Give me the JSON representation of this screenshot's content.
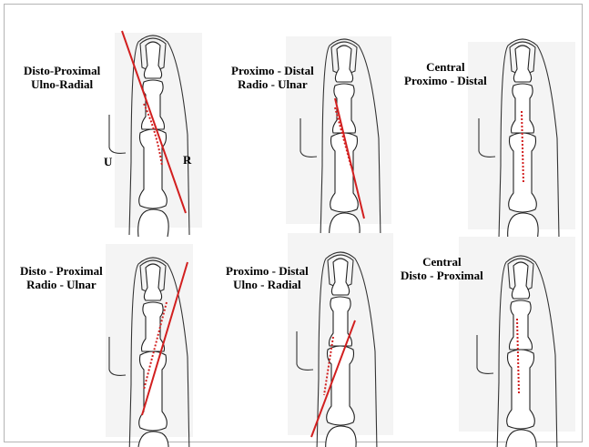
{
  "panels": [
    {
      "line1": "Disto-Proximal",
      "line2": "Ulno-Radial",
      "letter_u": "U",
      "letter_r": "R"
    },
    {
      "line1": "Proximo - Distal",
      "line2": "Radio - Ulnar"
    },
    {
      "line1": "Central",
      "line2": "Proximo - Distal"
    },
    {
      "line1": "Disto - Proximal",
      "line2": "Radio - Ulnar"
    },
    {
      "line1": "Proximo - Distal",
      "line2": "Ulno - Radial"
    },
    {
      "line1": "Central",
      "line2": "Disto - Proximal"
    }
  ],
  "colors": {
    "fracture_line": "#d21f1f",
    "outline": "#222222"
  }
}
